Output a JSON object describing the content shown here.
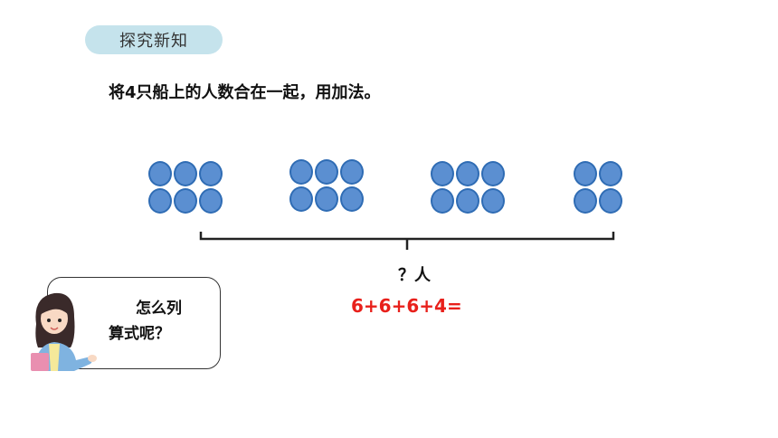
{
  "section_tag": "探究新知",
  "question": "将4只船上的人数合在一起，用加法。",
  "groups": [
    {
      "count": 6
    },
    {
      "count": 6
    },
    {
      "count": 6
    },
    {
      "count": 4
    }
  ],
  "brace_label": "？人",
  "equation": "6+6+6+4=",
  "speech_bubble": {
    "line1": "怎么列",
    "line2": "算式呢？"
  },
  "colors": {
    "dot_fill": "#5b8fd1",
    "dot_stroke": "#2f6cb4",
    "equation": "#e8201b",
    "tag_bg": "#c5e3ec"
  }
}
